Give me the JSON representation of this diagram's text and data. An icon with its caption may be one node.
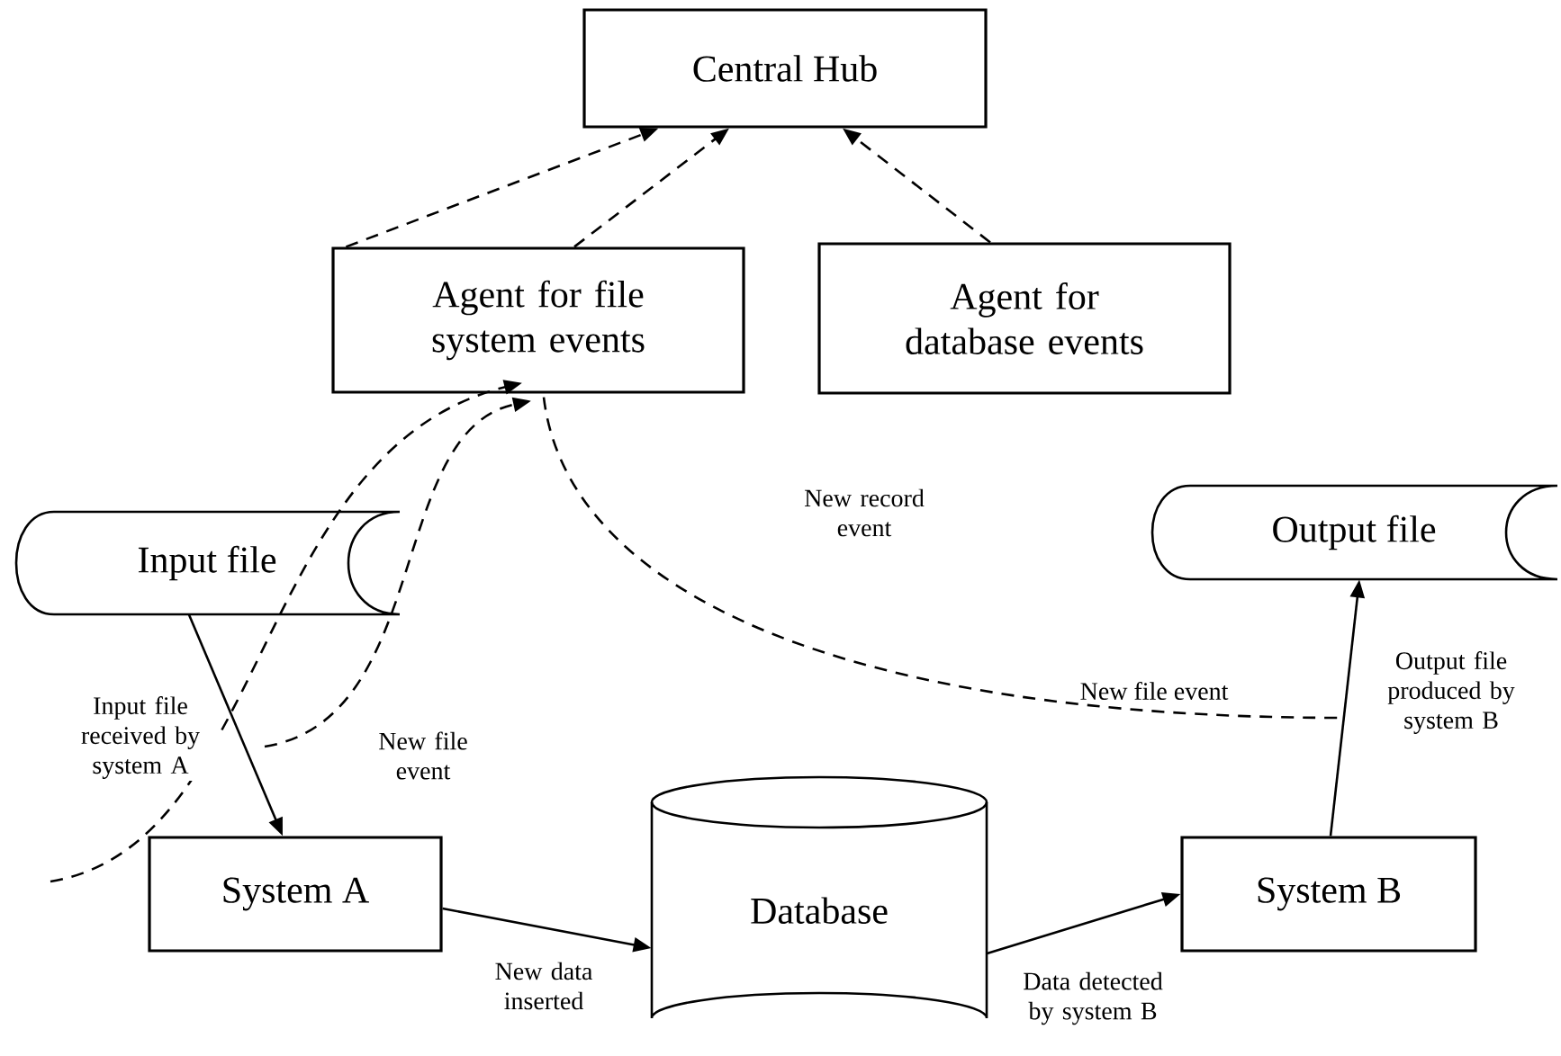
{
  "diagram": {
    "nodes": [
      {
        "text": [
          "Central Hub"
        ]
      },
      {
        "text": [
          "Agent for file system events"
        ]
      },
      {
        "text": [
          "Agent for database events"
        ]
      },
      {
        "text": [
          "Input file"
        ]
      },
      {
        "text": [
          "Output file"
        ]
      },
      {
        "text": [
          "System A"
        ]
      },
      {
        "text": [
          "Database"
        ]
      },
      {
        "text": [
          "System B"
        ]
      }
    ],
    "edges": [
      {
        "from": 1,
        "to": 0,
        "arrow": "to",
        "style": "dashed"
      },
      {
        "from": 1,
        "to": 0,
        "arrow": "to",
        "style": "dashed"
      },
      {
        "from": 2,
        "to": 0,
        "arrow": "to",
        "style": "dashed"
      },
      {
        "from": 3,
        "to": 5,
        "arrow": "to",
        "label": "Input file received by system A"
      },
      {
        "from": 5,
        "to": 6,
        "arrow": "to",
        "label": "New data inserted"
      },
      {
        "from": 6,
        "to": 7,
        "arrow": "to",
        "label": "Data detected by system B"
      },
      {
        "from": 7,
        "to": 4,
        "arrow": "to",
        "label": "Output file produced by system B"
      },
      {
        "from": null,
        "to": 1,
        "arrow": "to",
        "style": "dashed"
      },
      {
        "from": null,
        "to": 1,
        "arrow": "to",
        "style": "dashed",
        "label": "New file event"
      },
      {
        "from": 1,
        "to": null,
        "arrow": "none",
        "style": "dashed",
        "label": "New file event"
      }
    ],
    "labels": [
      "New record event"
    ]
  }
}
